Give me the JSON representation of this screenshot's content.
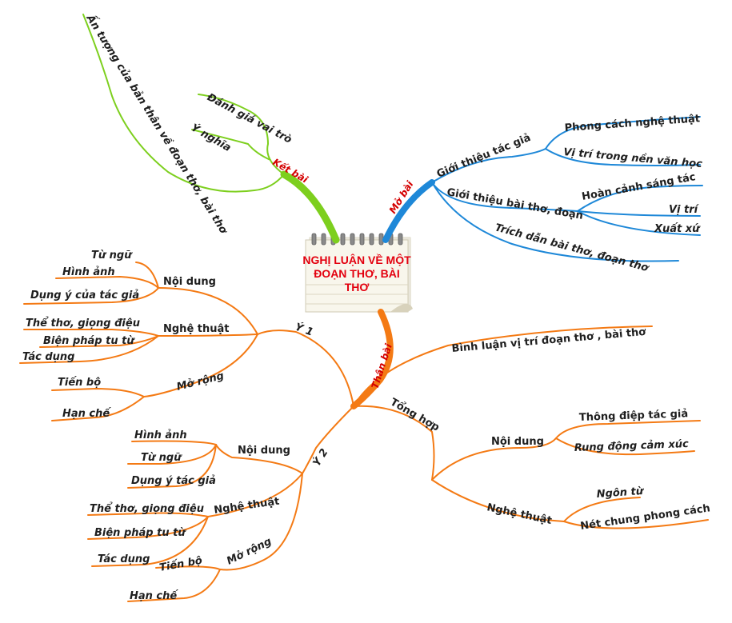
{
  "center": {
    "title_lines": [
      "NGHỊ LUẬN VỀ MỘT",
      "ĐOẠN THƠ, BÀI",
      "THƠ"
    ]
  },
  "colors": {
    "ket_bai": "#7dcf1e",
    "mo_bai": "#1e88d8",
    "than_bai": "#f47a14",
    "label_red": "#d40000"
  },
  "branches": {
    "ket_bai": {
      "label": "Kết bài",
      "items": [
        "Ấn tượng của bản thân về đoạn thơ, bài thơ",
        "Đánh giá vai trò",
        "Ý nghĩa"
      ]
    },
    "mo_bai": {
      "label": "Mở bài",
      "gioi_thieu_tac_gia": {
        "label": "Giới thiệu tác giả",
        "items": [
          "Phong cách nghệ thuật",
          "Vị trí trong nền văn học"
        ]
      },
      "gioi_thieu_bai_tho": {
        "label": "Giới thiệu bài thơ, đoạn",
        "items": [
          "Hoàn cảnh sáng tác",
          "Vị trí",
          "Xuất xứ"
        ]
      },
      "trich_dan": "Trích dẫn bài thơ, đoạn thơ"
    },
    "than_bai": {
      "label": "Thân bài",
      "binh_luan": "Bình luận vị trí đoạn thơ , bài thơ",
      "y1": {
        "label": "Ý 1",
        "noi_dung": {
          "label": "Nội dung",
          "items": [
            "Từ ngữ",
            "Hình ảnh",
            "Dụng ý của tác giả"
          ]
        },
        "nghe_thuat": {
          "label": "Nghệ thuật",
          "items": [
            "Thể thơ, giọng điệu",
            "Biện pháp tu từ",
            "Tác dụng"
          ]
        },
        "mo_rong": {
          "label": "Mở rộng",
          "items": [
            "Tiến bộ",
            "Hạn chế"
          ]
        }
      },
      "y2": {
        "label": "Ý 2",
        "noi_dung": {
          "label": "Nội dung",
          "items": [
            "Hình ảnh",
            "Từ ngữ",
            "Dụng ý tác giả"
          ]
        },
        "nghe_thuat": {
          "label": "Nghệ thuật",
          "items": [
            "Thể thơ, giọng điệu",
            "Biện pháp tu từ",
            "Tác dụng"
          ]
        },
        "mo_rong": {
          "label": "Mở rộng",
          "items": [
            "Tiến bộ",
            "Hạn chế"
          ]
        }
      },
      "tong_hop": {
        "label": "Tổng hợp",
        "noi_dung": {
          "label": "Nội dung",
          "items": [
            "Thông điệp tác giả",
            "Rung động cảm xúc"
          ]
        },
        "nghe_thuat": {
          "label": "Nghệ thuật",
          "items": [
            "Ngôn từ",
            "Nét chung phong cách"
          ]
        }
      }
    }
  }
}
